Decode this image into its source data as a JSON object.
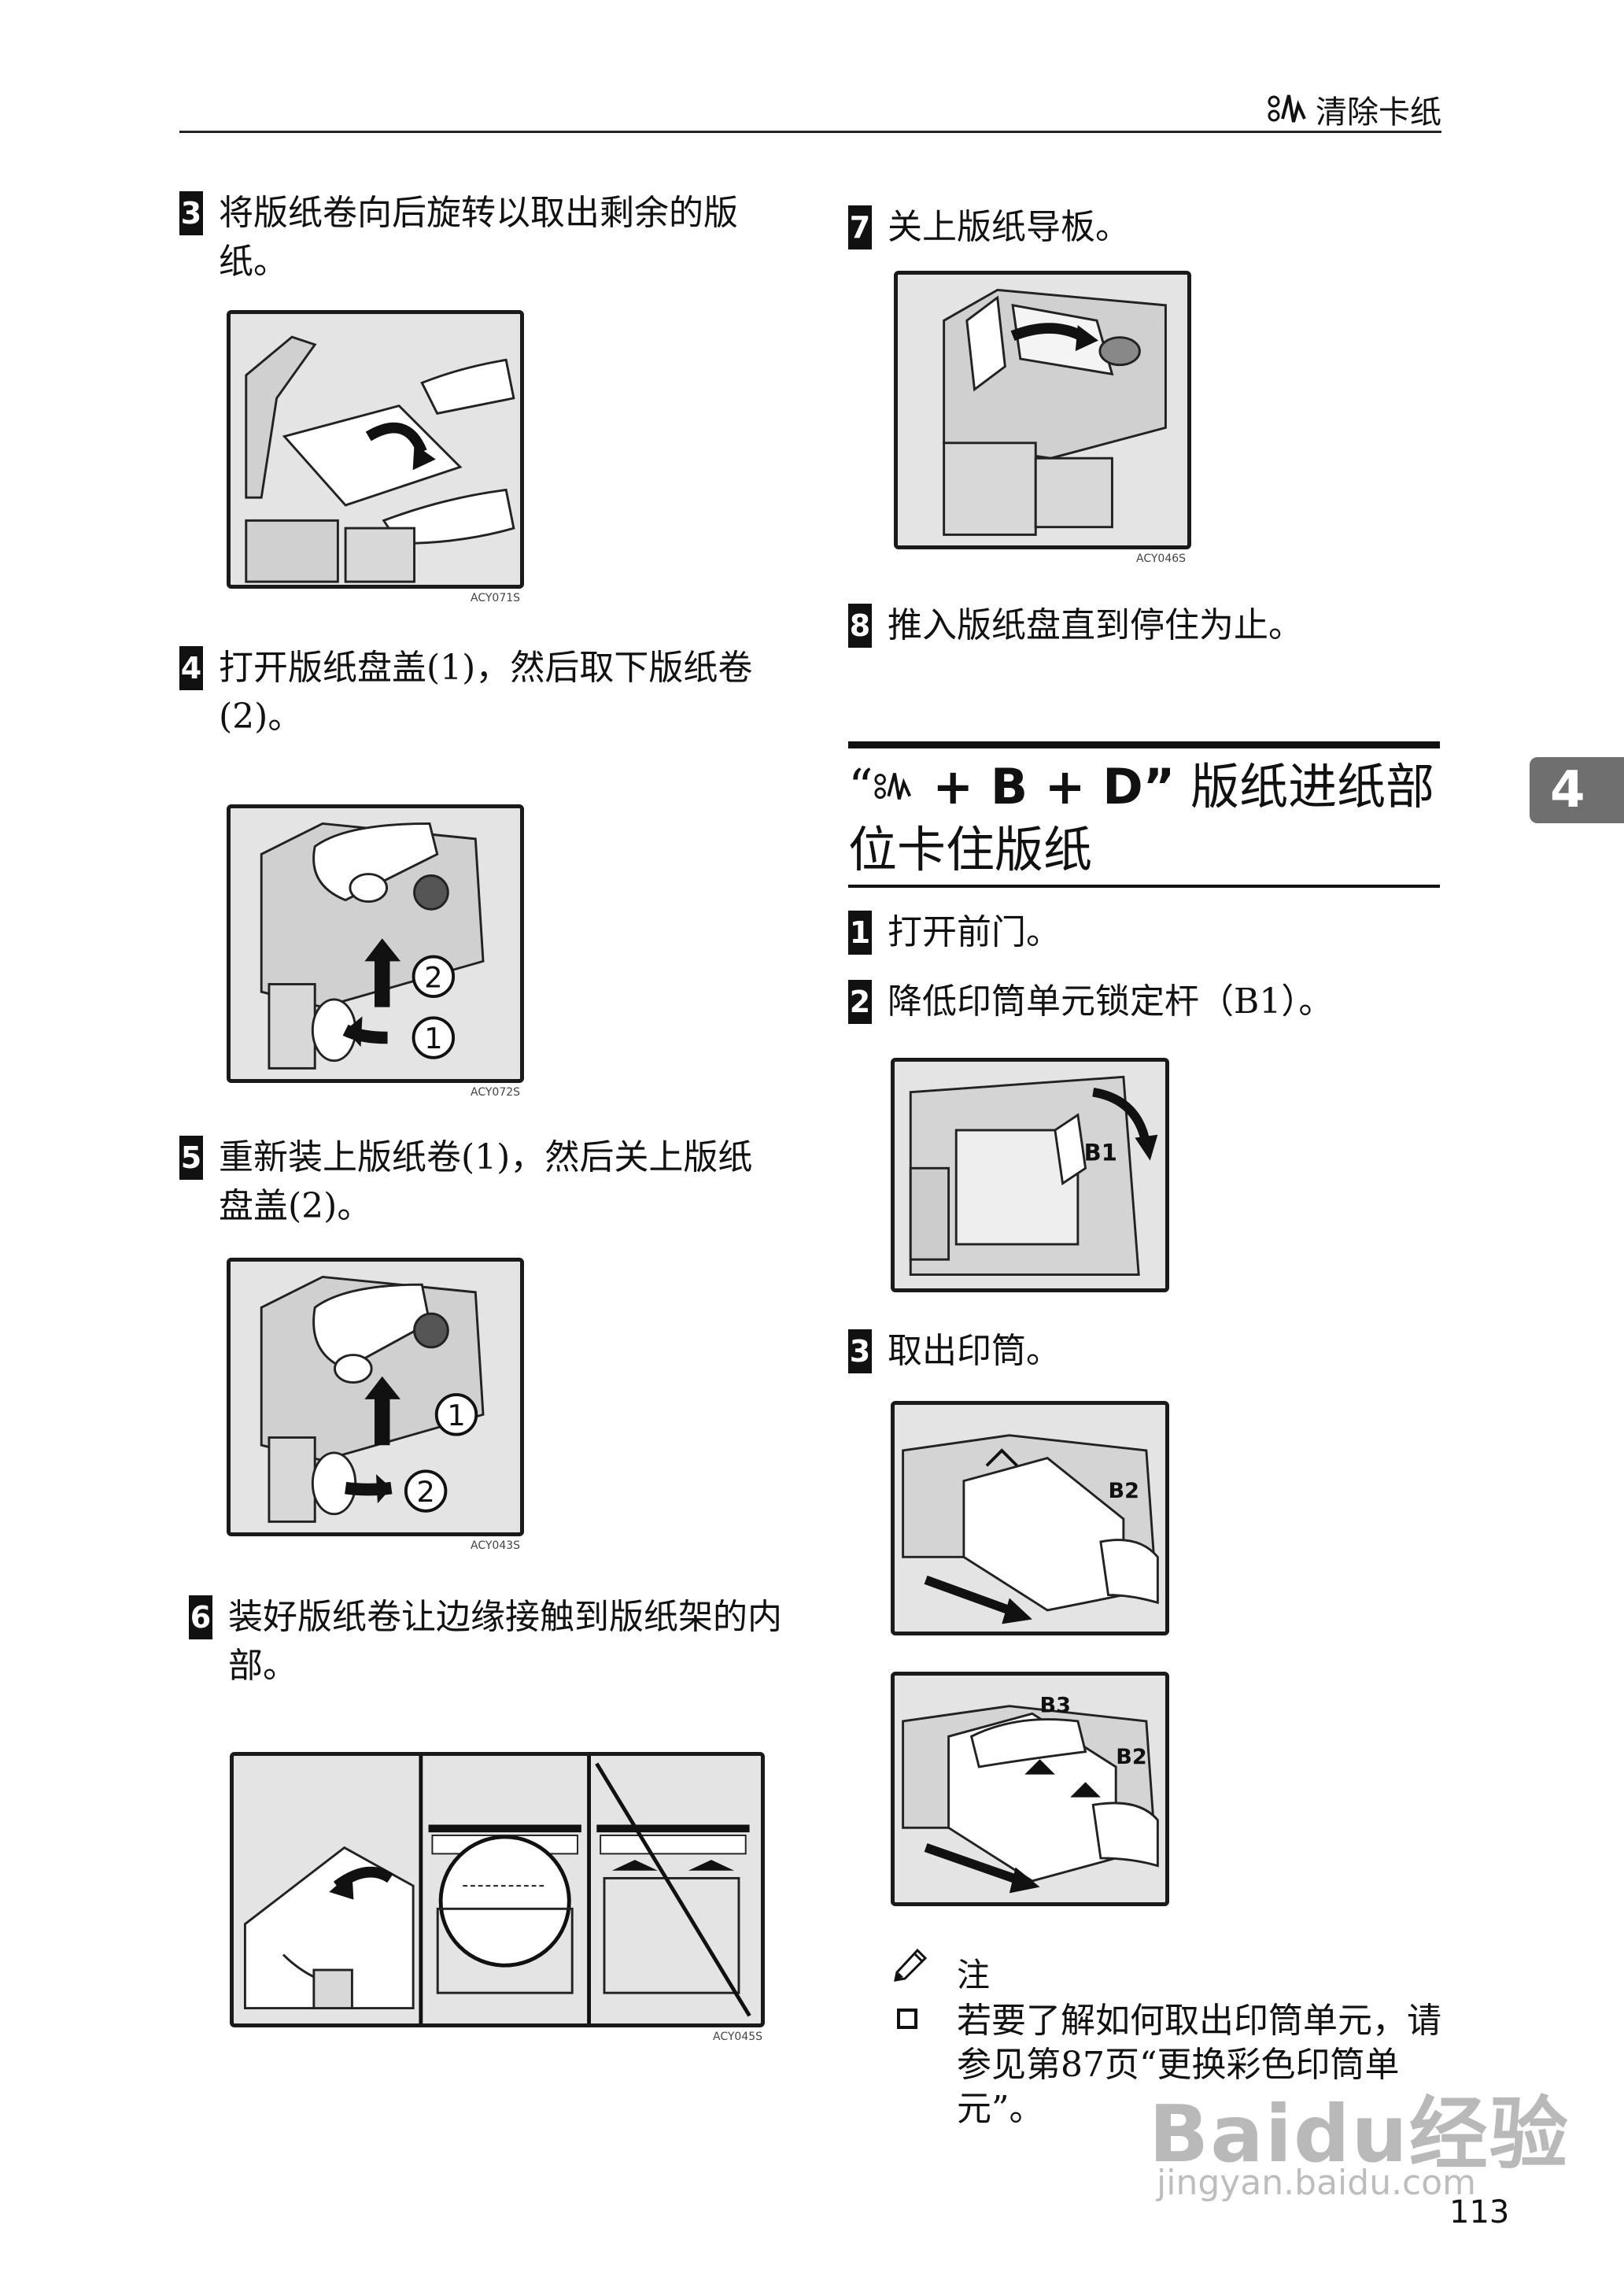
{
  "header": {
    "title": "清除卡纸"
  },
  "steps": [
    {
      "num": "3",
      "text": "将版纸卷向后旋转以取出剩余的版纸。"
    },
    {
      "num": "4",
      "text": "打开版纸盘盖(1)，然后取下版纸卷(2)。"
    },
    {
      "num": "5",
      "text": "重新装上版纸卷(1)，然后关上版纸盘盖(2)。"
    },
    {
      "num": "6",
      "text": "装好版纸卷让边缘接触到版纸架的内部。"
    },
    {
      "num": "7",
      "text": "关上版纸导板。"
    },
    {
      "num": "8",
      "text": "推入版纸盘直到停住为止。"
    },
    {
      "num": "1",
      "text": "打开前门。"
    },
    {
      "num": "2",
      "text": "降低印筒单元锁定杆（B1）。"
    },
    {
      "num": "3",
      "text": "取出印筒。"
    }
  ],
  "figures": {
    "fig1_code": "ACY071S",
    "fig2_code": "ACY072S",
    "fig3_code": "ACY043S",
    "fig4_code": "ACY045S",
    "fig5_code": "ACY046S",
    "callout_1": "1",
    "callout_2": "2",
    "label_b1": "B1",
    "label_b2": "B2",
    "label_b3": "B3"
  },
  "section": {
    "title_prefix": "“",
    "title_mid": " + B + D”",
    "title_rest": "版纸进纸部位卡住版纸"
  },
  "chapter_tab": "4",
  "note": {
    "label": "注",
    "text": "若要了解如何取出印筒单元，请参见第87页“更换彩色印筒单元”。"
  },
  "page_number": "113",
  "watermark": {
    "brand": "Baidu经验",
    "url": "jingyan.baidu.com"
  }
}
